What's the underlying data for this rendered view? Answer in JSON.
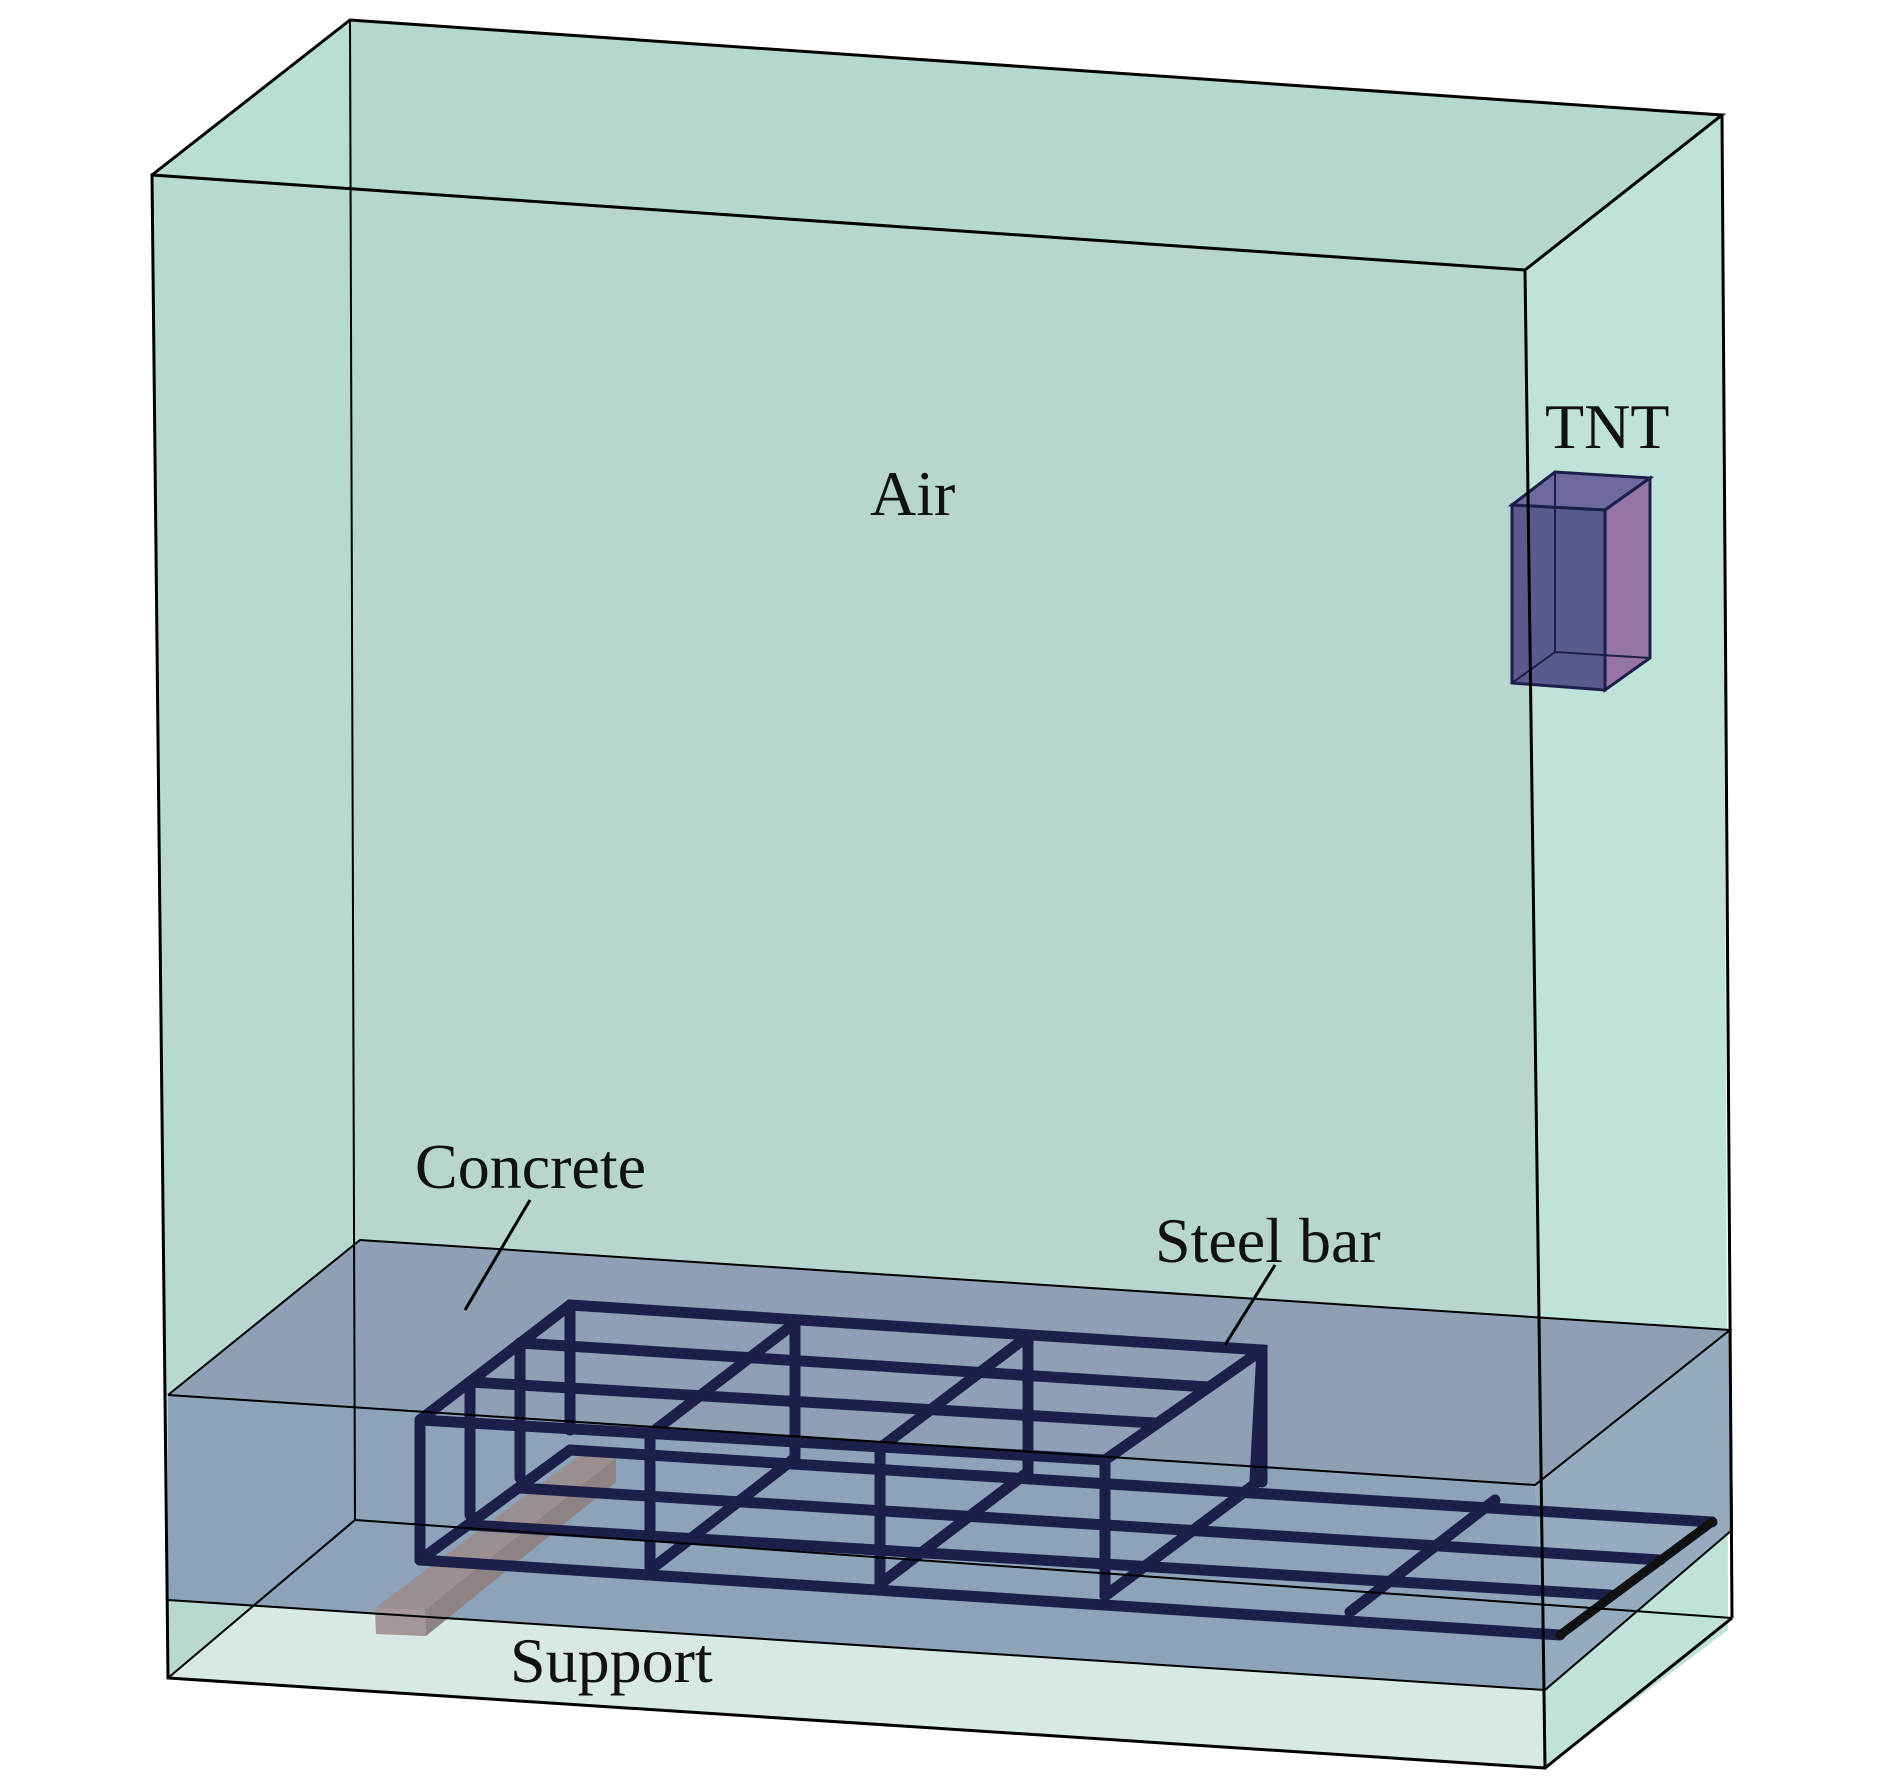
{
  "labels": {
    "air": "Air",
    "tnt": "TNT",
    "concrete": "Concrete",
    "steel_bar": "Steel bar",
    "support": "Support"
  },
  "colors": {
    "air": "#b7ddd3",
    "concrete": "#8fa4bb",
    "steel": "#1b1f4a",
    "support": "#9a8a8c",
    "tnt_front": "#5a5a8e",
    "tnt_side": "#9574a6",
    "edges": "#000000"
  }
}
